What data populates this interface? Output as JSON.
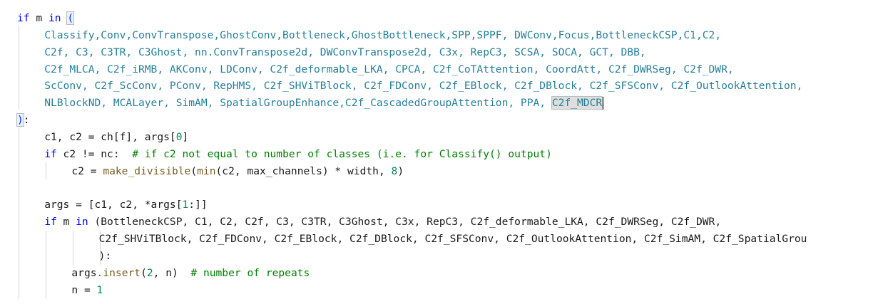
{
  "editor": {
    "lines": [
      {
        "indent": 0,
        "tokens": [
          {
            "t": "if",
            "c": "kw"
          },
          {
            "t": " "
          },
          {
            "t": "m"
          },
          {
            "t": " "
          },
          {
            "t": "in",
            "c": "kw"
          },
          {
            "t": " "
          },
          {
            "t": "(",
            "c": "brk-hl"
          }
        ]
      },
      {
        "indent": 1,
        "tokens": [
          {
            "t": "Classify,Conv,ConvTranspose,GhostConv,Bottleneck,GhostBottleneck,SPP,SPPF, DWConv,Focus,BottleneckCSP,C1,C2,",
            "c": "cls"
          }
        ]
      },
      {
        "indent": 1,
        "tokens": [
          {
            "t": "C2f, C3, C3TR, C3Ghost, nn.ConvTranspose2d, DWConvTranspose2d, C3x, RepC3, SCSA, SOCA, GCT, DBB,",
            "c": "cls"
          }
        ]
      },
      {
        "indent": 1,
        "tokens": [
          {
            "t": "C2f_MLCA, C2f_iRMB, AKConv, LDConv, C2f_deformable_LKA, CPCA, C2f_CoTAttention, CoordAtt, C2f_DWRSeg, C2f_DWR,",
            "c": "cls"
          }
        ]
      },
      {
        "indent": 1,
        "tokens": [
          {
            "t": "ScConv, C2f_ScConv, PConv, RepHMS, C2f_SHViTBlock, C2f_FDConv, C2f_EBlock, C2f_DBlock, C2f_SFSConv, C2f_OutlookAttention,",
            "c": "cls"
          }
        ]
      },
      {
        "indent": 1,
        "tokens": [
          {
            "t": "NLBlockND, MCALayer, SimAM, SpatialGroupEnhance,C2f_CascadedGroupAttention, PPA, ",
            "c": "cls"
          },
          {
            "t": "C2f_MDCR",
            "c": "cls sel",
            "cursor": true
          }
        ]
      },
      {
        "indent": 0,
        "tokens": [
          {
            "t": ")",
            "c": "brk-hl"
          },
          {
            "t": ":"
          }
        ]
      },
      {
        "indent": 1,
        "tokens": [
          {
            "t": "c1, c2 = ch[f], args["
          },
          {
            "t": "0",
            "c": "num"
          },
          {
            "t": "]"
          }
        ]
      },
      {
        "indent": 1,
        "tokens": [
          {
            "t": "if",
            "c": "kw"
          },
          {
            "t": " c2 != nc:  "
          },
          {
            "t": "# if c2 not equal to number of classes (i.e. for Classify() output)",
            "c": "cm"
          }
        ]
      },
      {
        "indent": 2,
        "tokens": [
          {
            "t": "c2 = "
          },
          {
            "t": "make_divisible",
            "c": "fn"
          },
          {
            "t": "("
          },
          {
            "t": "min",
            "c": "fn"
          },
          {
            "t": "(c2, max_channels) * width, "
          },
          {
            "t": "8",
            "c": "num"
          },
          {
            "t": ")"
          }
        ]
      },
      {
        "indent": 0,
        "tokens": []
      },
      {
        "indent": 1,
        "tokens": [
          {
            "t": "args = [c1, c2, *args["
          },
          {
            "t": "1",
            "c": "num"
          },
          {
            "t": ":]]"
          }
        ]
      },
      {
        "indent": 1,
        "tokens": [
          {
            "t": "if",
            "c": "kw"
          },
          {
            "t": " m "
          },
          {
            "t": "in",
            "c": "kw"
          },
          {
            "t": " (BottleneckCSP, C1, C2, C2f, C3, C3TR, C3Ghost, C3x, RepC3, C2f_deformable_LKA, C2f_DWRSeg, C2f_DWR,"
          }
        ]
      },
      {
        "indent": 3,
        "tokens": [
          {
            "t": "C2f_SHViTBlock, C2f_FDConv, C2f_EBlock, C2f_DBlock, C2f_SFSConv, C2f_OutlookAttention, C2f_SimAM, C2f_SpatialGrou"
          }
        ]
      },
      {
        "indent": 3,
        "tokens": [
          {
            "t": "):"
          }
        ]
      },
      {
        "indent": 2,
        "tokens": [
          {
            "t": "args"
          },
          {
            "t": ".insert",
            "c": "fn"
          },
          {
            "t": "("
          },
          {
            "t": "2",
            "c": "num"
          },
          {
            "t": ", n)  "
          },
          {
            "t": "# number of repeats",
            "c": "cm"
          }
        ]
      },
      {
        "indent": 2,
        "tokens": [
          {
            "t": "n = "
          },
          {
            "t": "1",
            "c": "num"
          }
        ]
      }
    ]
  }
}
